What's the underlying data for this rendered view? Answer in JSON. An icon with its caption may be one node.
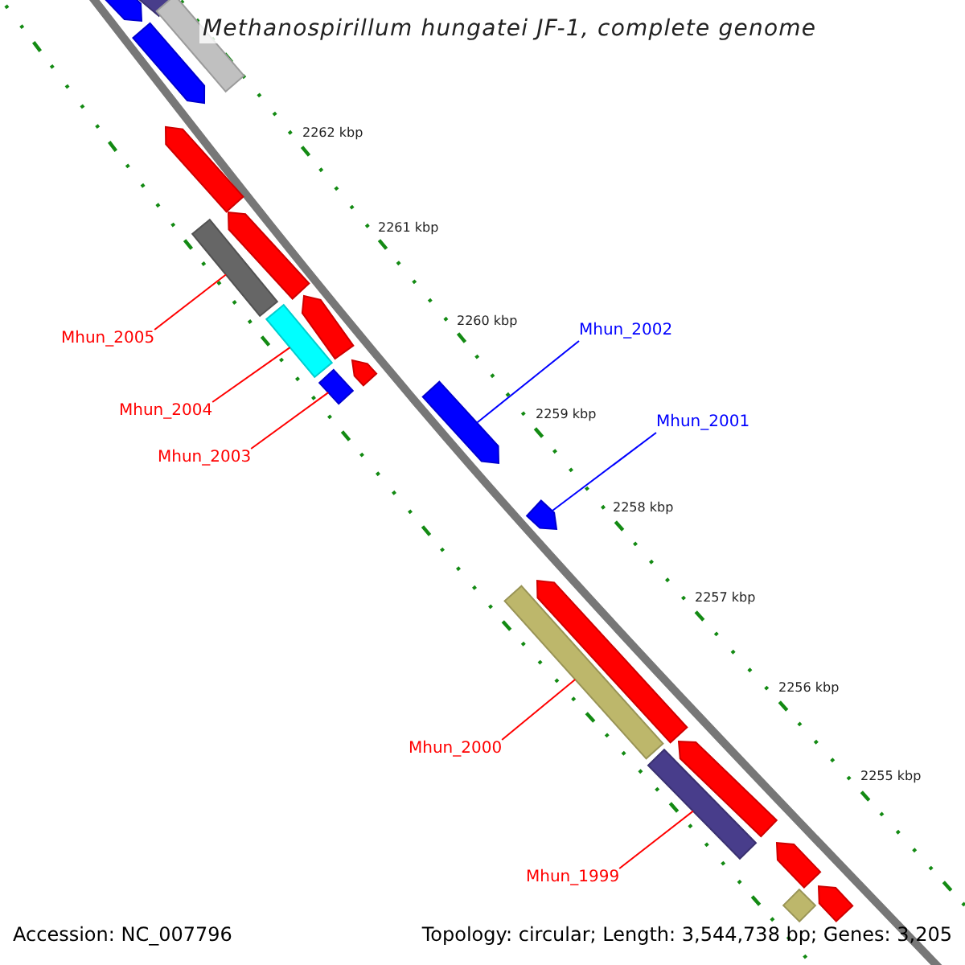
{
  "diagram": {
    "title": "Methanospirillum hungatei JF-1, complete genome",
    "nodes": [
      {
        "text": [
          "Mhun_2002"
        ]
      },
      {
        "text": [
          "Mhun_2005"
        ]
      },
      {
        "text": [
          "Mhun_2004"
        ]
      },
      {
        "text": [
          "Mhun_2001"
        ]
      },
      {
        "text": [
          "Mhun_2003"
        ]
      },
      {
        "text": [
          "Mhun_2000"
        ]
      },
      {
        "text": [
          "Mhun_1999"
        ]
      },
      {
        "text": [],
        "shape": "bar"
      },
      {
        "text": [],
        "shape": "arrow"
      },
      {
        "text": [],
        "shape": "bar"
      },
      {
        "text": [],
        "shape": "arrow"
      },
      {
        "text": [],
        "shape": "arrow"
      },
      {
        "text": [],
        "shape": "arrow"
      },
      {
        "text": [],
        "shape": "bar"
      },
      {
        "text": [],
        "shape": "arrow"
      },
      {
        "text": [],
        "shape": "bar"
      },
      {
        "text": [],
        "shape": "arrow"
      },
      {
        "text": [],
        "shape": "bar"
      },
      {
        "text": [],
        "shape": "arrow"
      },
      {
        "text": [],
        "shape": "arrow"
      },
      {
        "text": [],
        "shape": "arrow"
      },
      {
        "text": [],
        "shape": "bar"
      },
      {
        "text": [],
        "shape": "arrow"
      },
      {
        "text": [],
        "shape": "bar"
      },
      {
        "text": [],
        "shape": "arrow"
      },
      {
        "text": [],
        "shape": "arrow"
      },
      {
        "text": [],
        "shape": "bar"
      }
    ],
    "edges": [
      {
        "from": 0,
        "to": 18,
        "arrow": "none",
        "color": "#0000ff"
      },
      {
        "from": 1,
        "to": 13,
        "arrow": "none"
      },
      {
        "from": 2,
        "to": 15,
        "arrow": "none"
      },
      {
        "from": 3,
        "to": 19,
        "arrow": "none",
        "color": "#0000ff"
      },
      {
        "from": 4,
        "to": 17,
        "arrow": "none"
      },
      {
        "from": 5,
        "to": 21,
        "arrow": "none"
      },
      {
        "from": 6,
        "to": 23,
        "arrow": "none"
      }
    ],
    "labels": [
      "2262 kbp",
      "2261 kbp",
      "2260 kbp",
      "2259 kbp",
      "2258 kbp",
      "2257 kbp",
      "2256 kbp",
      "2255 kbp",
      "Accession: NC_007796",
      "Topology: circular; Length: 3,544,738 bp; Genes: 3,205"
    ]
  }
}
